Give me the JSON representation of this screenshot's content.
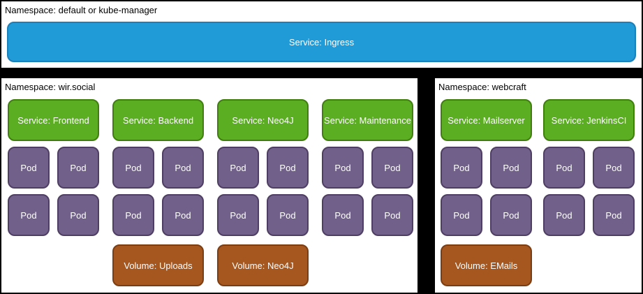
{
  "colors": {
    "ingress_blue": "#219BD8",
    "ingress_border": "#1C7FB8",
    "service_green": "#5BAD22",
    "service_border": "#417E10",
    "pod_purple": "#716089",
    "pod_border": "#4F3E63",
    "volume_brown": "#A5571F",
    "volume_border": "#7C3D12",
    "panel_background": "#FFFFFF",
    "page_background": "#000000"
  },
  "top_panel": {
    "namespace_label": "Namespace: default or kube-manager",
    "ingress_label": "Service: Ingress"
  },
  "wir_social": {
    "namespace_label": "Namespace: wir.social",
    "columns": [
      {
        "service": "Service: Frontend",
        "pods": [
          "Pod",
          "Pod",
          "Pod",
          "Pod"
        ]
      },
      {
        "service": "Service: Backend",
        "pods": [
          "Pod",
          "Pod",
          "Pod",
          "Pod"
        ],
        "volume": "Volume: Uploads"
      },
      {
        "service": "Service: Neo4J",
        "pods": [
          "Pod",
          "Pod",
          "Pod",
          "Pod"
        ],
        "volume": "Volume: Neo4J"
      },
      {
        "service": "Service: Maintenance",
        "pods": [
          "Pod",
          "Pod",
          "Pod",
          "Pod"
        ]
      }
    ]
  },
  "webcraft": {
    "namespace_label": "Namespace: webcraft",
    "columns": [
      {
        "service": "Service: Mailserver",
        "pods": [
          "Pod",
          "Pod",
          "Pod",
          "Pod"
        ],
        "volume": "Volume: EMails"
      },
      {
        "service": "Service: JenkinsCI",
        "pods": [
          "Pod",
          "Pod",
          "Pod",
          "Pod"
        ]
      }
    ]
  }
}
